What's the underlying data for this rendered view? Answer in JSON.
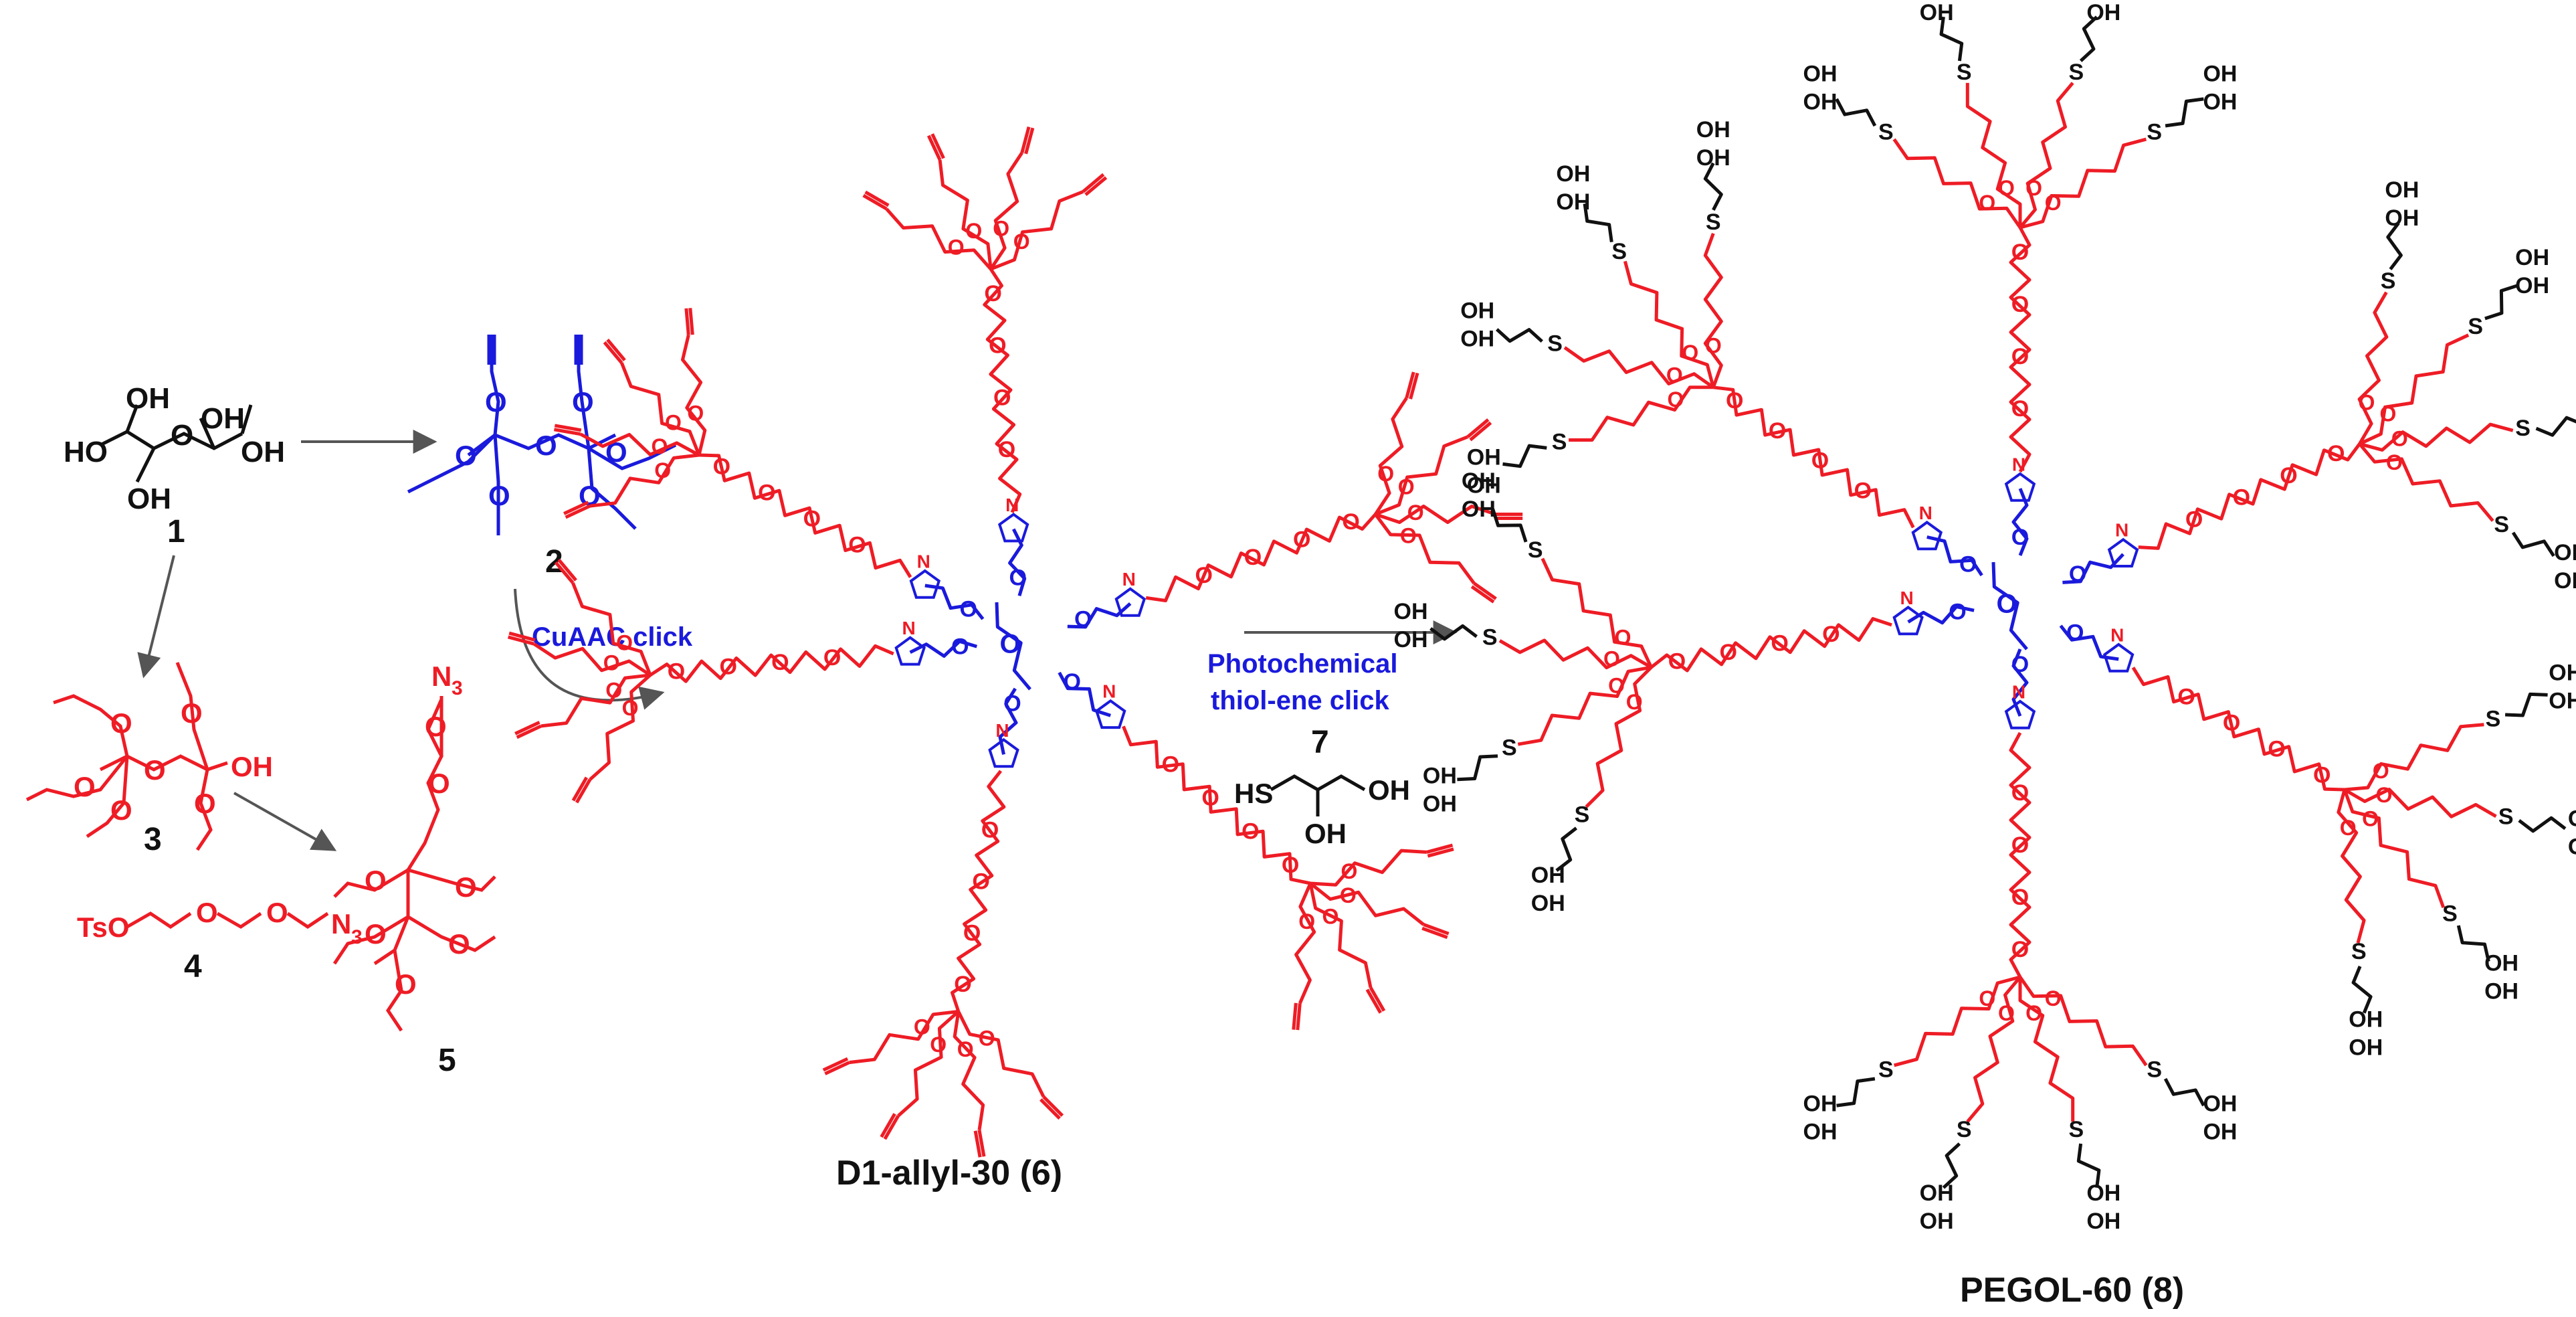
{
  "colors": {
    "ink": "#111111",
    "red": "#ee1c25",
    "blue": "#1a1adc",
    "arrow": "#555555"
  },
  "compounds": {
    "c1": {
      "number": "1"
    },
    "c2": {
      "number": "2"
    },
    "c3": {
      "number": "3",
      "hydroxyl": "OH"
    },
    "c4": {
      "number": "4",
      "formula_left": "TsO",
      "formula_right": "N",
      "subscript": "3"
    },
    "c5": {
      "number": "5",
      "azide": "N",
      "subscript": "3"
    },
    "c6": {
      "name": "D1-allyl-30 (6)"
    },
    "c7": {
      "number": "7",
      "thiol": "HS",
      "oh_right": "OH",
      "oh_below": "OH"
    },
    "c8": {
      "name": "PEGOL-60 (8)"
    }
  },
  "atoms": {
    "hydroxyl": "OH",
    "hydroxyl_left": "HO",
    "oxygen": "O",
    "sulfur": "S",
    "nitrogen": "N"
  },
  "reactions": {
    "cuaac": "CuAAC click",
    "photo_line1": "Photochemical",
    "photo_line2": "thiol-ene click"
  }
}
